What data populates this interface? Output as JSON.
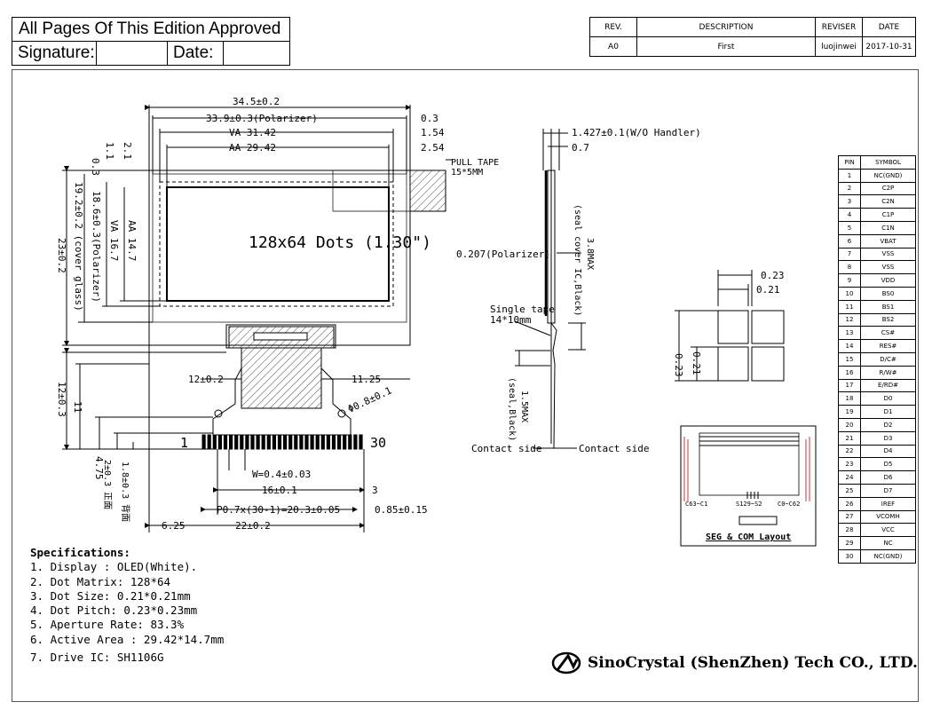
{
  "approval": {
    "title": "All Pages Of This Edition Approved",
    "signature_label": "Signature:",
    "date_label": "Date:"
  },
  "revision": {
    "headers": [
      "REV.",
      "DESCRIPTION",
      "REVISER",
      "DATE"
    ],
    "rows": [
      [
        "A0",
        "First",
        "luojinwei",
        "2017-10-31"
      ]
    ]
  },
  "drawing": {
    "center_label": "128x64 Dots (1.30\")",
    "dims": {
      "d345": "34.5±0.2",
      "d339": "33.9±0.3(Polarizer)",
      "va3142": "VA 31.42",
      "aa2942": "AA 29.42",
      "r03": "0.3",
      "r154": "1.54",
      "r254": "2.54",
      "pull_tape": "PULL TAPE",
      "pull_tape_size": "15*5MM",
      "v03": "0.3",
      "v11": "1.1",
      "v21": "2.1",
      "v192": "19.2±0.2 (cover glass)",
      "v186": "18.6±0.3(Polarizer)",
      "v23": "23±0.2",
      "va167": "VA 16.7",
      "aa147": "AA 14.7",
      "d12": "12±0.2",
      "d1125": "11.25",
      "phi": "Φ0.8±0.1",
      "v12": "12±0.3",
      "v11b": "11",
      "v475": "4.75",
      "v2": "2±0.3 正面",
      "v18": "1.8±0.3 背面",
      "pin1": "1",
      "pin30": "30",
      "w": "W=0.4±0.03",
      "d16": "16±0.1",
      "d3": "3",
      "pitch": "P0.7x(30-1)=20.3±0.05",
      "d085": "0.85±0.15",
      "d625": "6.25",
      "d22": "22±0.2"
    },
    "side": {
      "t1": "1.427±0.1(W/O Handler)",
      "t2": "0.7",
      "polarizer": "0.207(Polarizer)",
      "seal1": "3.8MAX",
      "seal2": "(seal cover IC,Black)",
      "single_tape": "Single tape",
      "single_tape_size": "14*10mm",
      "seal3": "1.5MAX",
      "seal4": "(seal,Black)",
      "contact_left": "Contact side",
      "contact_right": "Contact side"
    },
    "pixel_detail": {
      "w023": "0.23",
      "w021": "0.21",
      "h021": "0.21",
      "h023": "0.23"
    },
    "seg_com": {
      "c63": "C63~C1",
      "seg": "S129~S2",
      "c0": "C0~C62",
      "title": "SEG & COM Layout"
    }
  },
  "pins": {
    "headers": [
      "PIN",
      "SYMBOL"
    ],
    "rows": [
      [
        "1",
        "NC(GND)"
      ],
      [
        "2",
        "C2P"
      ],
      [
        "3",
        "C2N"
      ],
      [
        "4",
        "C1P"
      ],
      [
        "5",
        "C1N"
      ],
      [
        "6",
        "VBAT"
      ],
      [
        "7",
        "VSS"
      ],
      [
        "8",
        "VSS"
      ],
      [
        "9",
        "VDD"
      ],
      [
        "10",
        "BS0"
      ],
      [
        "11",
        "BS1"
      ],
      [
        "12",
        "BS2"
      ],
      [
        "13",
        "CS#"
      ],
      [
        "14",
        "RES#"
      ],
      [
        "15",
        "D/C#"
      ],
      [
        "16",
        "R/W#"
      ],
      [
        "17",
        "E/RD#"
      ],
      [
        "18",
        "D0"
      ],
      [
        "19",
        "D1"
      ],
      [
        "20",
        "D2"
      ],
      [
        "21",
        "D3"
      ],
      [
        "22",
        "D4"
      ],
      [
        "23",
        "D5"
      ],
      [
        "24",
        "D6"
      ],
      [
        "25",
        "D7"
      ],
      [
        "26",
        "IREF"
      ],
      [
        "27",
        "VCOMH"
      ],
      [
        "28",
        "VCC"
      ],
      [
        "29",
        "NC"
      ],
      [
        "30",
        "NC(GND)"
      ]
    ]
  },
  "specs": {
    "title": "Specifications:",
    "items": [
      "1. Display :  OLED(White).",
      "2. Dot Matrix:  128*64",
      "3. Dot Size:  0.21*0.21mm",
      "4. Dot Pitch:  0.23*0.23mm",
      "5. Aperture Rate:  83.3%",
      "6. Active Area : 29.42*14.7mm",
      "7. Drive IC: SH1106G"
    ]
  },
  "company": {
    "name": "SinoCrystal (ShenZhen) Tech CO., LTD."
  }
}
